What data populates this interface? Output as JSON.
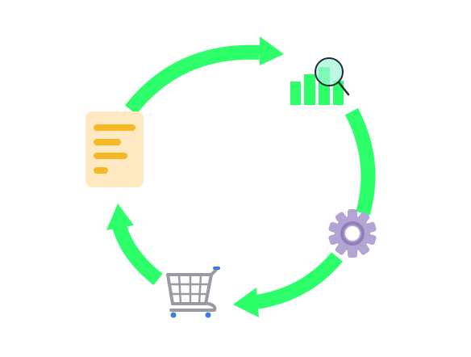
{
  "diagram": {
    "type": "cycle",
    "direction": "clockwise",
    "arrow_color": "#2CFF6A",
    "nodes": [
      {
        "id": "document",
        "icon": "document-icon",
        "colors": {
          "paper": "#FFE9C2",
          "lines": "#F5B928"
        }
      },
      {
        "id": "analytics",
        "icon": "bar-chart-magnifier-icon",
        "colors": {
          "bars": "#2CFF6A",
          "lens": "#9FF5D6",
          "handle": "#1F2937"
        }
      },
      {
        "id": "settings",
        "icon": "gear-icon",
        "colors": {
          "gear": "#B3A5D3",
          "shade": "#8F80B8"
        }
      },
      {
        "id": "cart",
        "icon": "shopping-cart-icon",
        "colors": {
          "metal": "#9A9AA6",
          "wheels": "#3C7FD9"
        }
      }
    ]
  }
}
